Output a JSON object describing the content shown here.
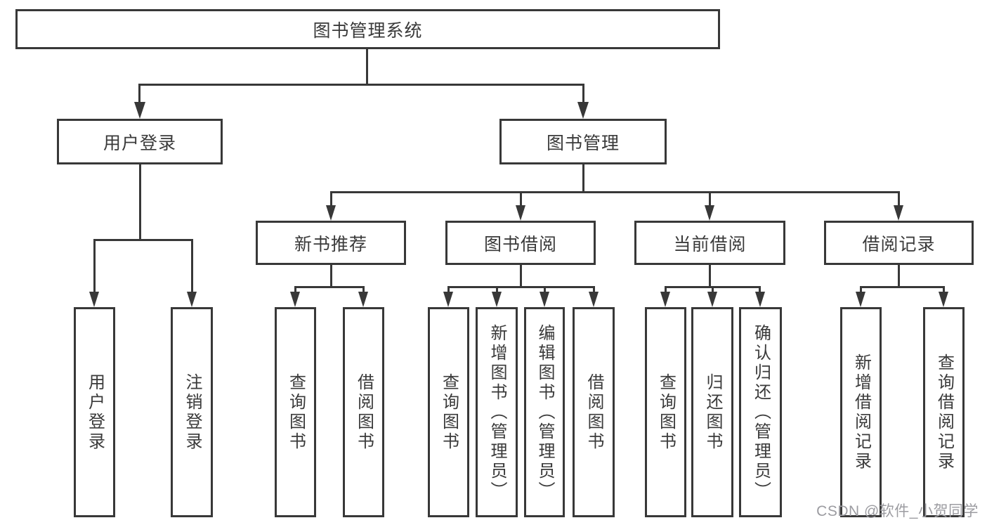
{
  "diagram": {
    "root": "图书管理系统",
    "level1": [
      "用户登录",
      "图书管理"
    ],
    "level2": [
      "新书推荐",
      "图书借阅",
      "当前借阅",
      "借阅记录"
    ],
    "leaves": {
      "login": [
        "用户登录",
        "注销登录"
      ],
      "recommend": [
        "查询图书",
        "借阅图书"
      ],
      "borrow": [
        "查询图书",
        "新增图书（管理员）",
        "编辑图书（管理员）",
        "借阅图书"
      ],
      "current": [
        "查询图书",
        "归还图书",
        "确认归还（管理员）"
      ],
      "records": [
        "新增借阅记录",
        "查询借阅记录"
      ]
    },
    "colors": {
      "line": "#383838",
      "text": "#3a3a3a",
      "background": "#ffffff",
      "watermark": "#9c9ca1"
    }
  },
  "watermark": "CSDN @软件_小贺同学"
}
